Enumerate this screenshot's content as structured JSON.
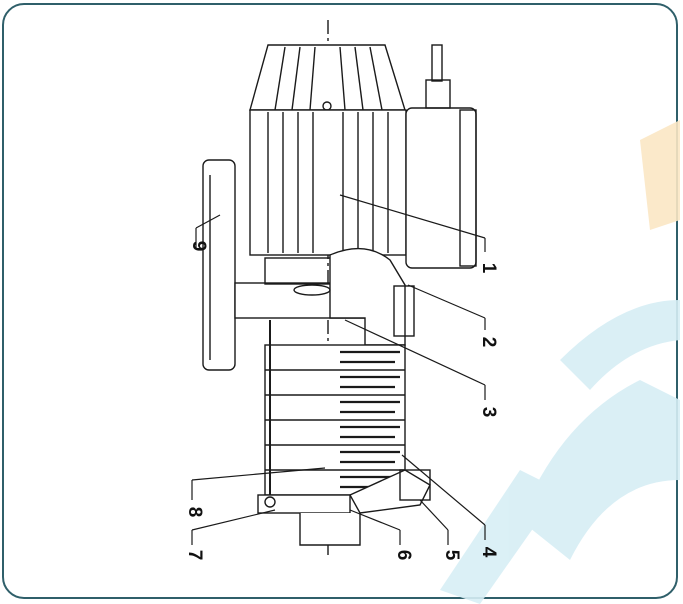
{
  "diagram": {
    "callouts": [
      {
        "id": "1",
        "text": "1"
      },
      {
        "id": "2",
        "text": "2"
      },
      {
        "id": "3",
        "text": "3"
      },
      {
        "id": "4",
        "text": "4"
      },
      {
        "id": "5",
        "text": "5"
      },
      {
        "id": "6",
        "text": "6"
      },
      {
        "id": "7",
        "text": "7"
      },
      {
        "id": "8",
        "text": "8"
      },
      {
        "id": "9",
        "text": "9"
      }
    ]
  },
  "colors": {
    "frame": "#2f5f6a",
    "watermark": "#cfe9f1",
    "watermark_accent": "#fde9c6",
    "line": "#1a1a1a"
  }
}
